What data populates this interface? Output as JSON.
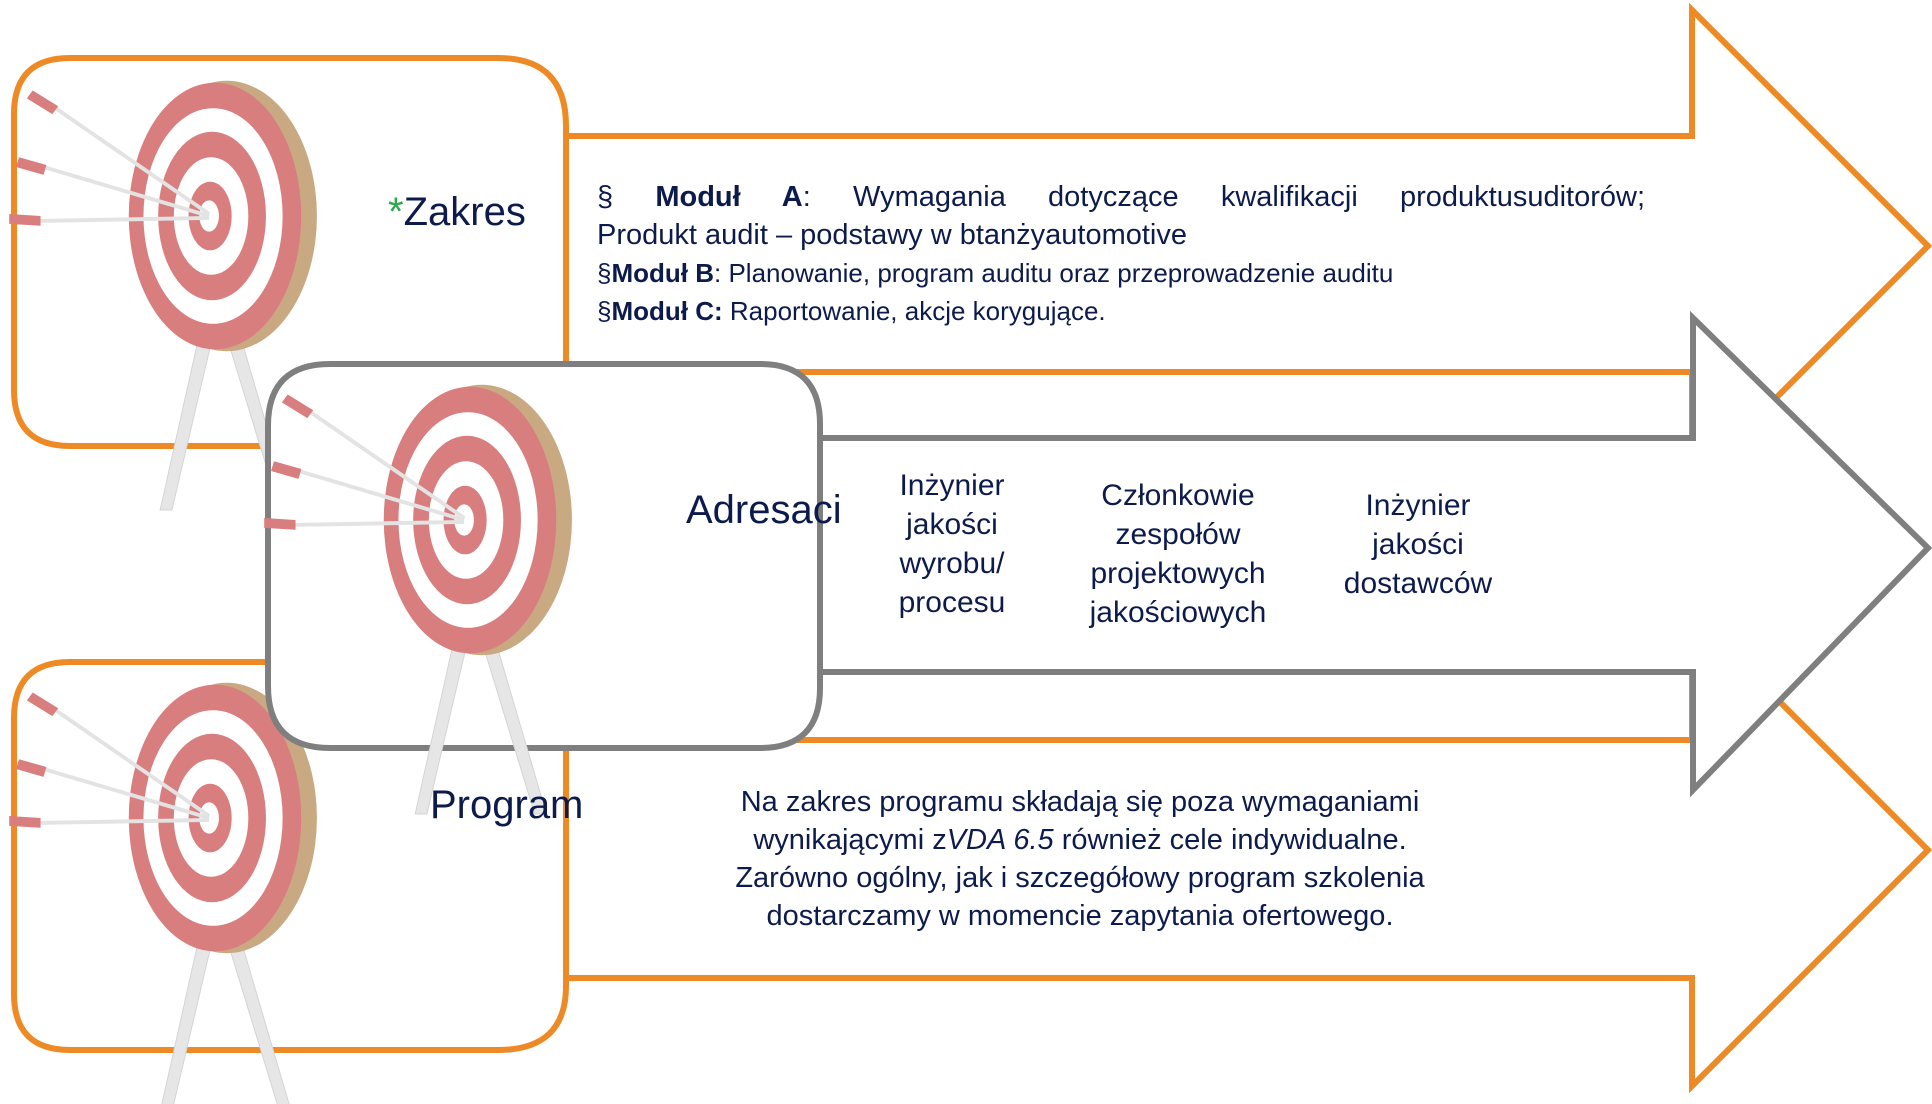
{
  "colors": {
    "orange": "#ee8a25",
    "gray": "#7f7f7f",
    "text": "#0d1b4c",
    "star": "#2aa84a",
    "target_red": "#d97e7e",
    "target_white": "#ffffff",
    "stand": "#e6e6e6",
    "target_edge": "#c9a982"
  },
  "icons": [
    "target-icon",
    "arrow-icon"
  ],
  "zakres": {
    "star": "*",
    "title": "Zakres",
    "line1_sym": "§ ",
    "line1_bold": "Moduł A",
    "line1_rest": ": Wymagania dotyczące kwalifikacji produktusuditorów;",
    "line2": "Produkt audit – podstawy w btanżyautomotive",
    "line3_sym": "§",
    "line3_bold": "Moduł B",
    "line3_rest": ": Planowanie, program auditu oraz przeprowadzenie auditu",
    "line4_sym": "§",
    "line4_bold": "Moduł C:",
    "line4_rest": " Raportowanie, akcje korygujące."
  },
  "adresaci": {
    "title": "Adresaci",
    "items": [
      "Inżynier\njakości\nwyrobu/\nprocesu",
      "Członkowie\nzespołów\nprojektowych\njakościowych",
      "Inżynier\njakości\ndostawców"
    ]
  },
  "program": {
    "title": "Program",
    "text_before": "Na zakres programu składają się poza wymaganiami wynikającymi z",
    "text_italic": "VDA 6.5",
    "text_after": " również cele indywidualne. Zarówno ogólny, jak i szczegółowy program szkolenia dostarczamy w momencie zapytania ofertowego."
  }
}
